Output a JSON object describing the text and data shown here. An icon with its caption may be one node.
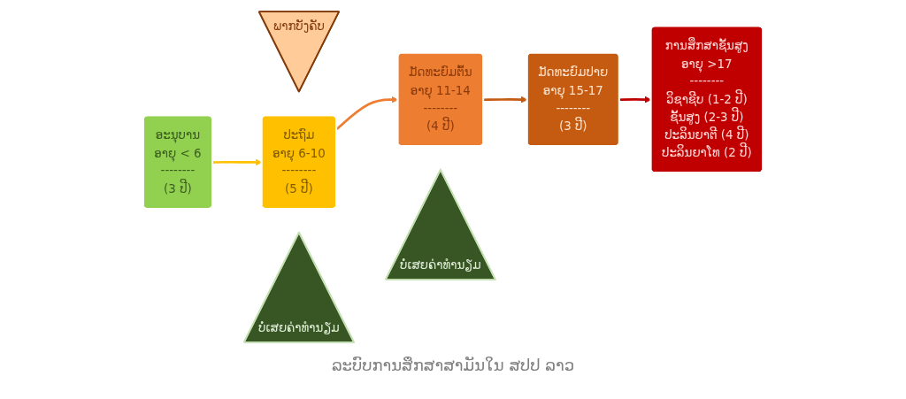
{
  "diagram": {
    "caption": "ລະບົບການສຶກສາສາມັນໃນ ສປປ ລາວ",
    "nodes": [
      {
        "text": [
          "ພາກບັງຄັບ"
        ]
      },
      {
        "text": [
          "ອະນຸບານ",
          "ອາຍຸ < 6",
          "--------",
          "(3 ປີ)"
        ]
      },
      {
        "text": [
          "ປະຖົມ",
          "ອາຍຸ 6-10",
          "--------",
          "(5 ປີ)"
        ]
      },
      {
        "text": [
          "ມັດທະຍົມຕົ້ນ",
          "ອາຍຸ 11-14",
          "--------",
          "(4 ປີ)"
        ]
      },
      {
        "text": [
          "ມັດທະຍົມປາຍ",
          "ອາຍຸ 15-17",
          "--------",
          "(3 ປີ)"
        ]
      },
      {
        "text": [
          "ການສຶກສາຊັ້ນສູງ",
          "ອາຍຸ >17",
          "--------",
          "ວິຊາຊີບ (1-2 ປີ)",
          "ຊັ້ນສູງ (2-3 ປີ)",
          "ປະລິນຍາຕີ (4 ປີ)",
          "ປະລິນຍາໂທ (2 ປີ)"
        ]
      },
      {
        "text": [
          "ບໍ່ເສຍຄ່າທຳນຽມ"
        ]
      },
      {
        "text": [
          "ບໍ່ເສຍຄ່າທຳນຽມ"
        ]
      }
    ],
    "edges": [
      {
        "from": 1,
        "to": 2,
        "arrow": "to",
        "color": "#ffc000"
      },
      {
        "from": 2,
        "to": 3,
        "arrow": "to",
        "color": "#ed7d31"
      },
      {
        "from": 3,
        "to": 4,
        "arrow": "to",
        "color": "#c55a11"
      },
      {
        "from": 4,
        "to": 5,
        "arrow": "to",
        "color": "#c00000"
      }
    ]
  }
}
